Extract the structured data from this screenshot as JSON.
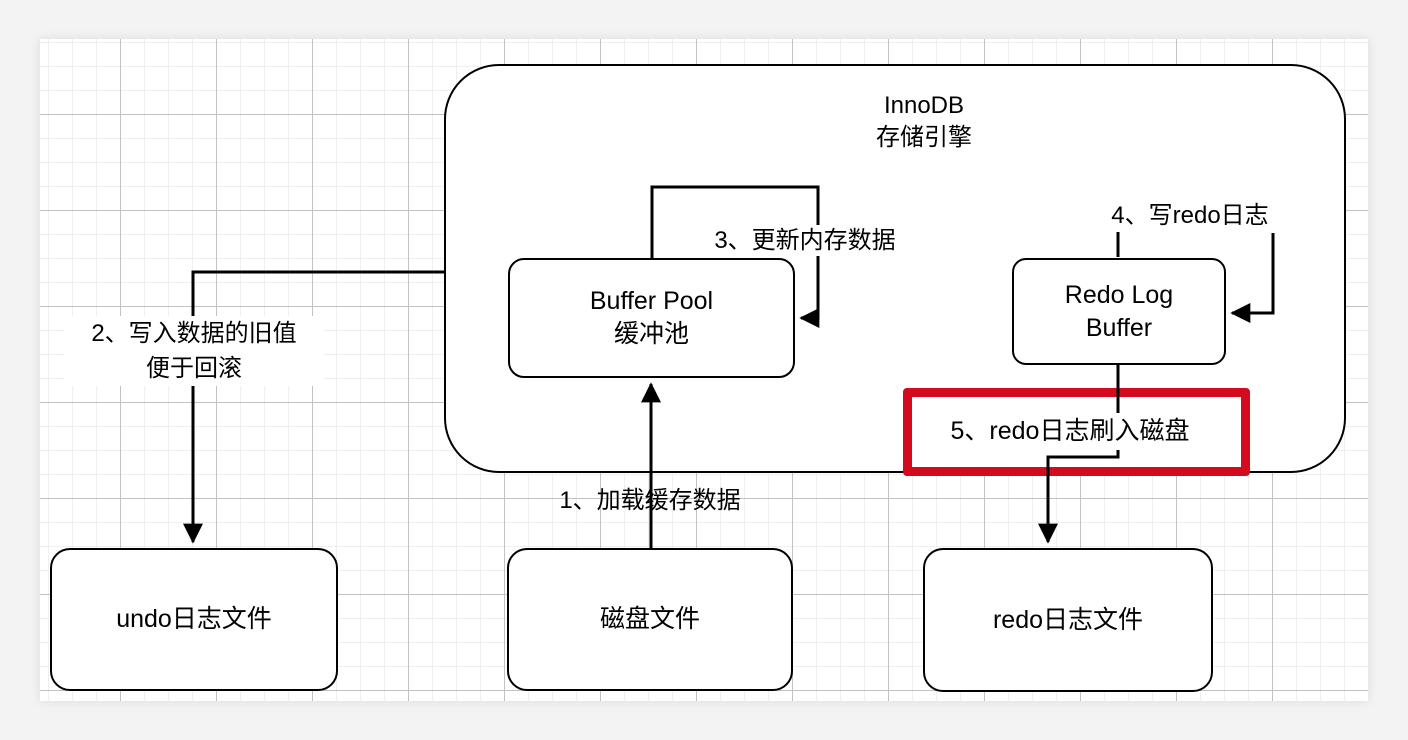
{
  "colors": {
    "highlight_red": "#d40b1e",
    "line_black": "#000000",
    "grid_minor": "#efefef",
    "grid_major": "#c2c2c2",
    "canvas_background": "#ffffff",
    "page_background": "#f3f3f3"
  },
  "innodb_container": {
    "title_line1": "InnoDB",
    "title_line2": "存储引擎"
  },
  "nodes": {
    "buffer_pool": {
      "line1": "Buffer Pool",
      "line2": "缓冲池"
    },
    "redo_log_buffer": {
      "line1": "Redo Log",
      "line2": "Buffer"
    },
    "undo_log_file": {
      "label": "undo日志文件"
    },
    "disk_file": {
      "label": "磁盘文件"
    },
    "redo_log_file": {
      "label": "redo日志文件"
    }
  },
  "steps": {
    "step1": {
      "text": "1、加载缓存数据"
    },
    "step2": {
      "line1": "2、写入数据的旧值",
      "line2": "便于回滚"
    },
    "step3": {
      "text": "3、更新内存数据"
    },
    "step4": {
      "text": "4、写redo日志"
    },
    "step5": {
      "text": "5、redo日志刷入磁盘",
      "highlighted": "true"
    }
  }
}
